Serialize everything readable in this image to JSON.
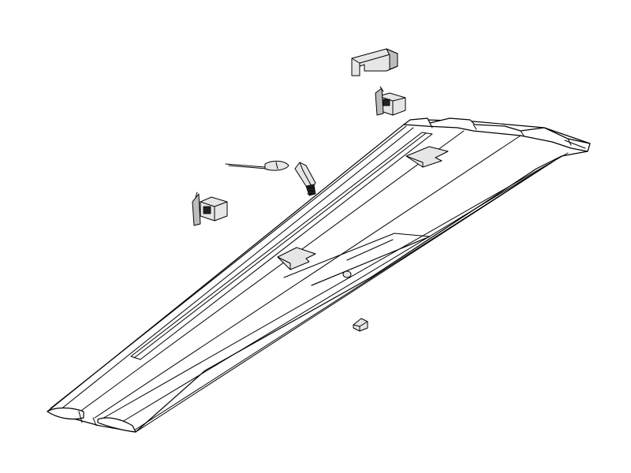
{
  "drawing": {
    "line_color": "#000000",
    "background_color": "#ffffff",
    "parts": [
      "wing-panel",
      "aileron",
      "flap",
      "wing-tip-cap",
      "servo-bracket",
      "control-horn",
      "pushrod",
      "servo",
      "hinge-clip"
    ]
  }
}
